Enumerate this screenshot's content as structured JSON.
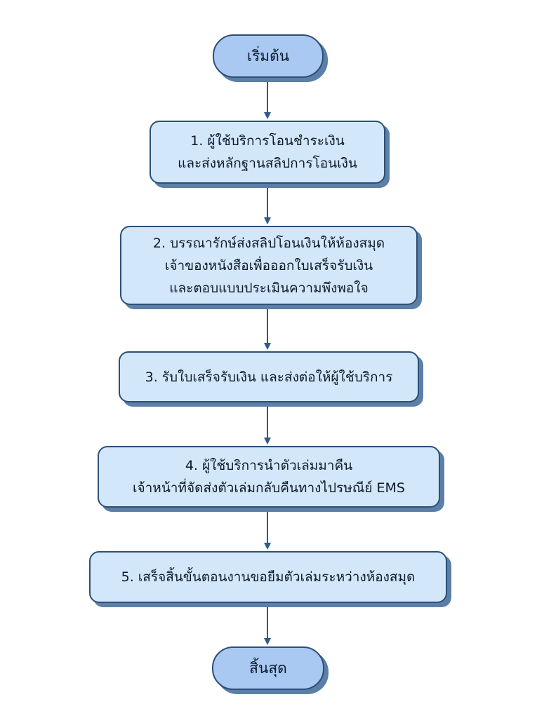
{
  "flow": {
    "start": "เริ่มต้น",
    "steps": [
      {
        "lines": [
          "1. ผู้ใช้บริการโอนชำระเงิน",
          "และส่งหลักฐานสลิปการโอนเงิน"
        ]
      },
      {
        "lines": [
          "2. บรรณารักษ์ส่งสลิปโอนเงินให้ห้องสมุด",
          "เจ้าของหนังสือเพื่อออกใบเสร็จรับเงิน",
          "และตอบแบบประเมินความพึงพอใจ"
        ]
      },
      {
        "lines": [
          "3. รับใบเสร็จรับเงิน และส่งต่อให้ผู้ใช้บริการ"
        ]
      },
      {
        "lines": [
          "4. ผู้ใช้บริการนำตัวเล่มมาคืน",
          "เจ้าหน้าที่จัดส่งตัวเล่มกลับคืนทางไปรษณีย์ EMS"
        ]
      },
      {
        "lines": [
          "5. เสร็จสิ้นขั้นตอนงานขอยืมตัวเล่มระหว่างห้องสมุด"
        ]
      }
    ],
    "end": "สิ้นสุด"
  },
  "colors": {
    "terminal_fill": "#a9c8f2",
    "process_fill": "#d3e7fb",
    "border": "#2d4f76",
    "shadow": "#5b7fa6",
    "arrow": "#2e5b8a"
  }
}
